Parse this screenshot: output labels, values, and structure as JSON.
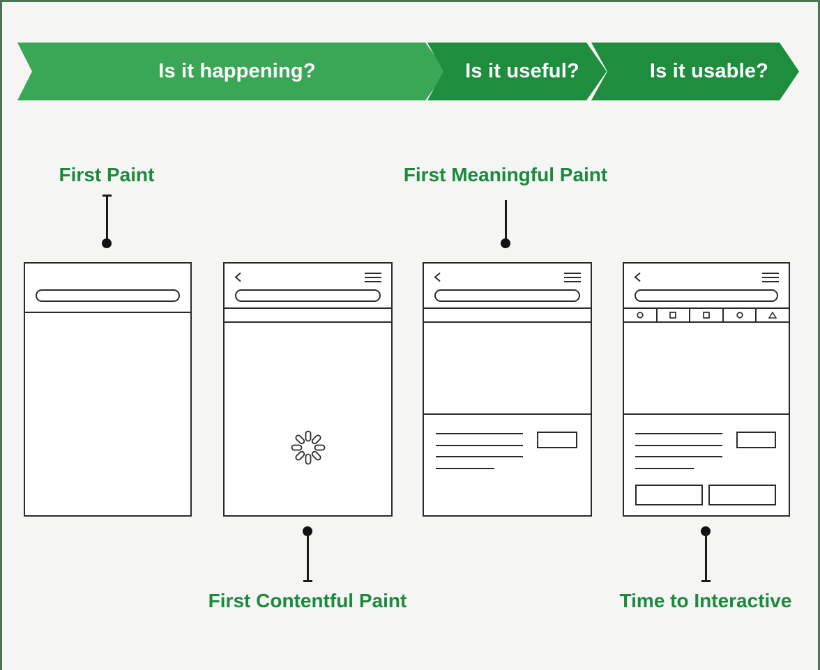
{
  "banner": {
    "steps": [
      {
        "label": "Is it happening?"
      },
      {
        "label": "Is it useful?"
      },
      {
        "label": "Is it usable?"
      }
    ]
  },
  "metrics": {
    "first_paint": {
      "label": "First Paint"
    },
    "first_meaningful_paint": {
      "label": "First Meaningful Paint"
    },
    "first_contentful_paint": {
      "label": "First Contentful Paint"
    },
    "time_to_interactive": {
      "label": "Time to Interactive"
    }
  },
  "phones": [
    {
      "name": "blank-screen"
    },
    {
      "name": "loading-spinner-screen"
    },
    {
      "name": "partial-content-screen"
    },
    {
      "name": "interactive-screen"
    }
  ],
  "tab_icons": [
    "circle-icon",
    "square-icon",
    "square-icon",
    "circle-icon",
    "triangle-icon"
  ],
  "colors": {
    "chevron_light_green": "#3aa757",
    "chevron_dark_green": "#1e8e3e",
    "label_green": "#1b8a3d",
    "background": "#f5f5f4",
    "frame_border": "#4d7455",
    "line_ink": "#2a2a2a"
  }
}
